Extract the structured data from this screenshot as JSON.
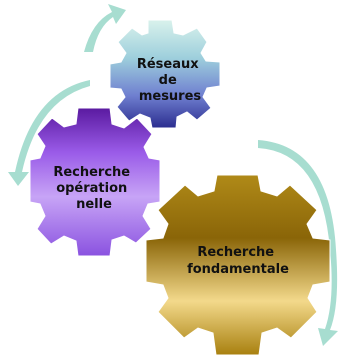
{
  "gears": [
    {
      "label_lines": [
        "Réseaux",
        "de",
        "mesures"
      ],
      "gradient": [
        "#d9f2ec",
        "#9ecfdc",
        "#6f7fd0",
        "#2b2d8f"
      ]
    },
    {
      "label_lines": [
        "Recherche",
        "opération",
        "nelle"
      ],
      "gradient": [
        "#5a1aa0",
        "#9a5be8",
        "#c7a4f6",
        "#8a52e0"
      ]
    },
    {
      "label_lines": [
        "Recherche",
        "fondamentale"
      ],
      "gradient": [
        "#b08a18",
        "#8a6508",
        "#f3d98b",
        "#a8800f"
      ]
    }
  ],
  "arrow_color": "#a7ddd0"
}
